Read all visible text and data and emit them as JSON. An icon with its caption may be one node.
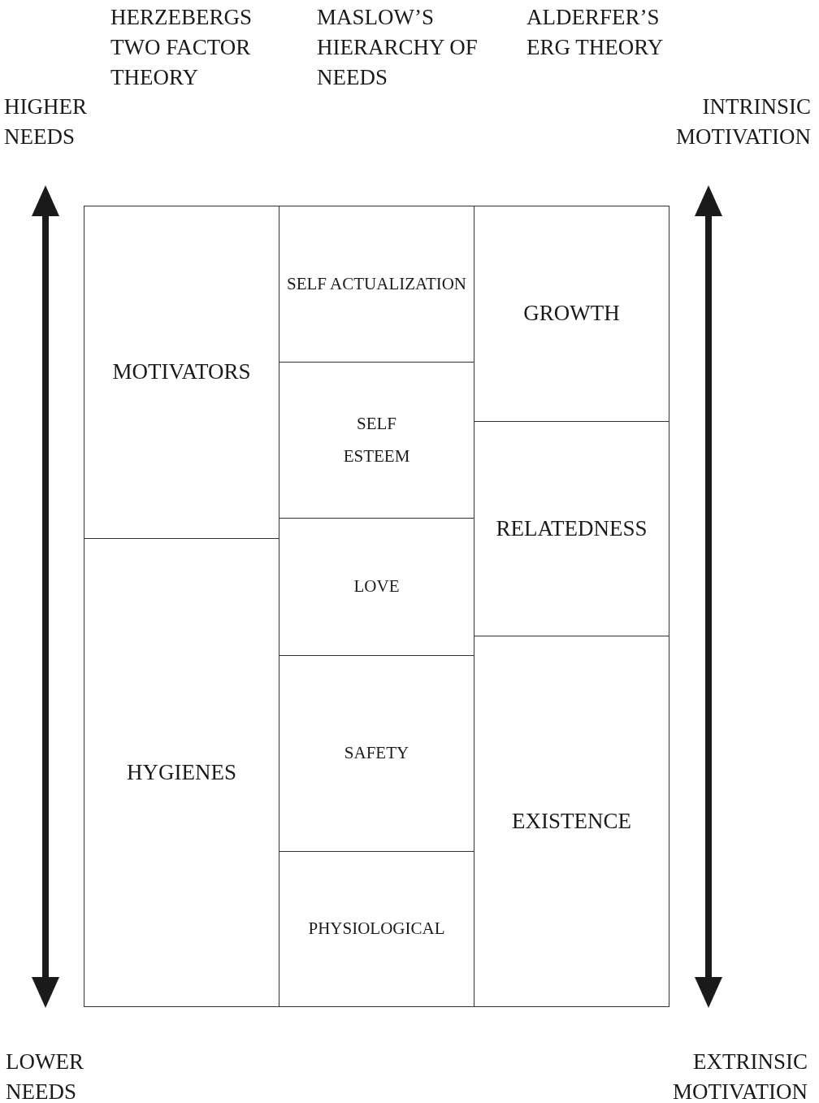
{
  "diagram": {
    "nodes": [
      {
        "text": [
          "MOTIVATORS"
        ]
      },
      {
        "text": [
          "HYGIENES"
        ]
      },
      {
        "text": [
          "SELF ACTUALIZATION"
        ]
      },
      {
        "text": [
          "SELF ESTEEM"
        ]
      },
      {
        "text": [
          "LOVE"
        ]
      },
      {
        "text": [
          "SAFETY"
        ]
      },
      {
        "text": [
          "PHYSIOLOGICAL"
        ]
      },
      {
        "text": [
          "GROWTH"
        ]
      },
      {
        "text": [
          "RELATEDNESS"
        ]
      },
      {
        "text": [
          "EXISTENCE"
        ]
      }
    ],
    "labels": [
      "HERZEBERGS TWO FACTOR THEORY",
      "MASLOW’S HIERARCHY OF NEEDS",
      "ALDERFER’S ERG THEORY",
      "HIGHER NEEDS",
      "INTRINSIC MOTIVATION",
      "LOWER NEEDS",
      "EXTRINSIC MOTIVATION"
    ]
  }
}
